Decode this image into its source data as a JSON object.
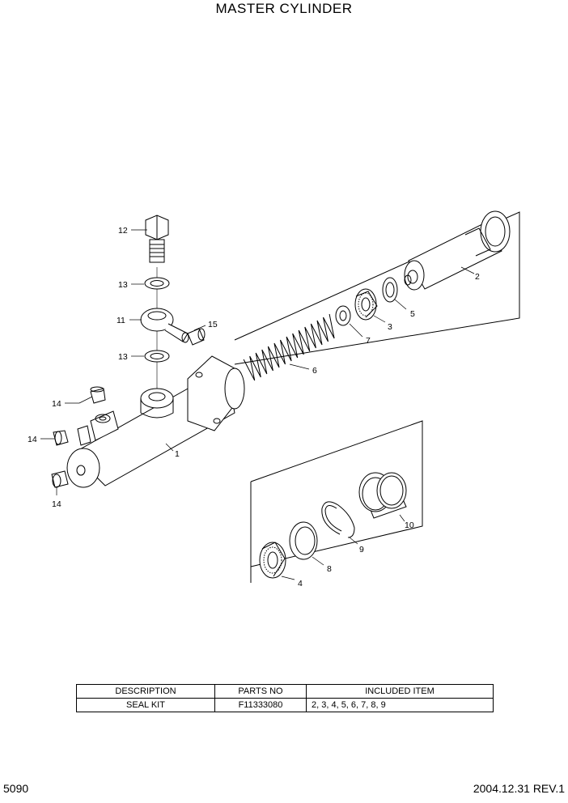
{
  "header": {
    "title": "MASTER CYLINDER"
  },
  "callouts": {
    "c1": "1",
    "c2": "2",
    "c3": "3",
    "c4": "4",
    "c5": "5",
    "c6": "6",
    "c7": "7",
    "c8": "8",
    "c9": "9",
    "c10": "10",
    "c11": "11",
    "c12": "12",
    "c13a": "13",
    "c13b": "13",
    "c14a": "14",
    "c14b": "14",
    "c14c": "14",
    "c15": "15"
  },
  "table": {
    "headers": {
      "description": "DESCRIPTION",
      "parts_no": "PARTS NO",
      "included_item": "INCLUDED ITEM"
    },
    "row": {
      "description": "SEAL KIT",
      "parts_no": "F11333080",
      "included_item": "2, 3, 4, 5, 6, 7, 8, 9"
    }
  },
  "footer": {
    "page_number": "5090",
    "revision": "2004.12.31  REV.1"
  }
}
